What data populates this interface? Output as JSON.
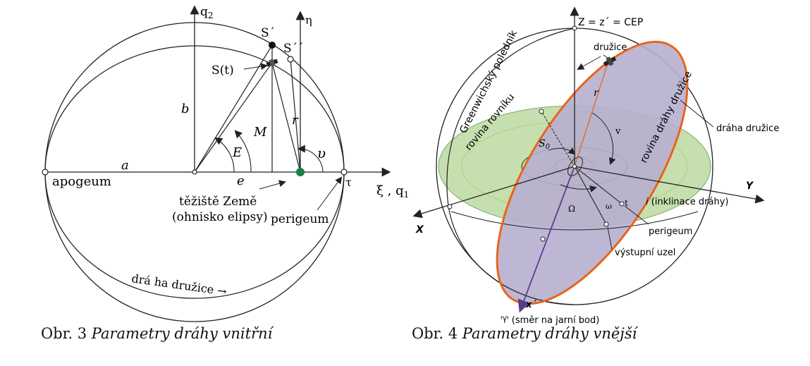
{
  "figure3": {
    "caption_prefix": "Obr. 3",
    "caption_title": "Parametry dráhy vnitřní",
    "labels": {
      "q2": "q",
      "q2_sub": "2",
      "eta": "η",
      "s_prime": "S´",
      "s_dprime": "S´´",
      "s_t": "S(t)",
      "b": "b",
      "M": "M",
      "E": "E",
      "r": "r",
      "nu": "υ",
      "a": "a",
      "e": "e",
      "apogeum": "apogeum",
      "tau": "τ",
      "xi_q1": "ξ , q",
      "q1_sub": "1",
      "center_line1": "těžiště Země",
      "center_line2": "(ohnisko elipsy)",
      "perigeum": "perigeum",
      "orbit": "drá ha družice →"
    }
  },
  "figure4": {
    "caption_prefix": "Obr. 4",
    "caption_title": "Parametry dráhy vnější",
    "labels": {
      "z_axis": "Z = z´ = CEP",
      "druzice": "družice",
      "r": "r",
      "greenwich": "Greenwichský poledník",
      "rovina_drahy": "rovina dráhy družice",
      "draha_druzice": "dráha družice",
      "rovina_rovniku": "rovina rovníku",
      "s0": "S",
      "s0_sub": "0",
      "v": "v",
      "y_axis": "Y",
      "x_axis": "X",
      "inklinace_i": "i",
      "inklinace_text": " (inklinace dráhy)",
      "t": "t",
      "omega_big": "Ω",
      "omega_small": "ω",
      "perigeum": "perigeum",
      "vystupni_uzel": "výstupní uzel",
      "x_prime": "x´",
      "aries": "♈ (směr na jarní bod)"
    },
    "colors": {
      "equator_plane": "#c6dfae",
      "orbit_plane": "#b7afcf",
      "orbit_line": "#e8641c",
      "x_prime_line": "#5a3c8c"
    }
  }
}
